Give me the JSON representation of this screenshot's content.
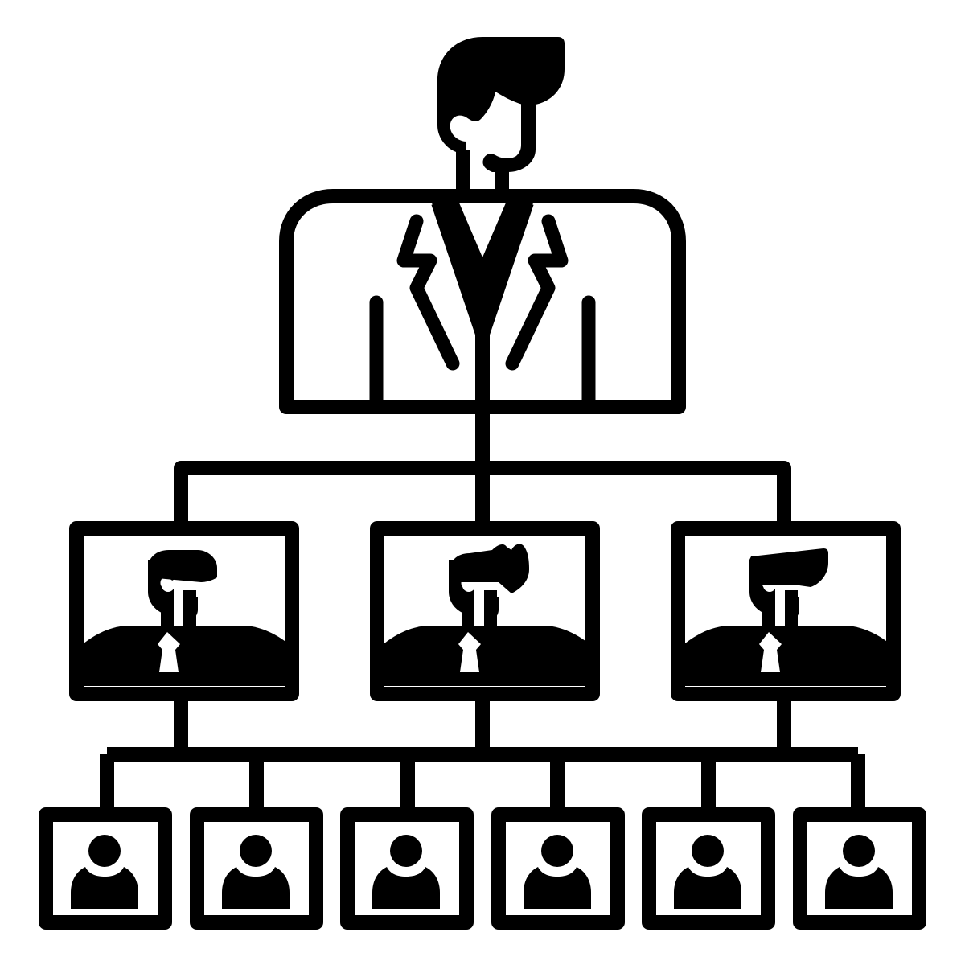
{
  "diagram": {
    "type": "organization-chart",
    "levels": 3,
    "top_node": {
      "icon": "executive-icon",
      "count": 1
    },
    "middle_nodes": {
      "icon": "manager-icon",
      "count": 3
    },
    "bottom_nodes": {
      "icon": "employee-icon",
      "count": 6
    }
  },
  "colors": {
    "ink": "#000000",
    "background": "#ffffff"
  }
}
